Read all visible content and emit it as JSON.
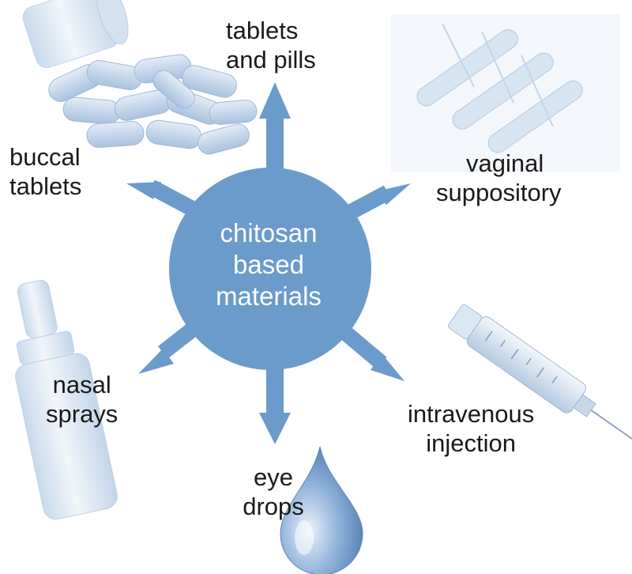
{
  "center": {
    "lines": [
      "chitosan",
      "based",
      "materials"
    ],
    "color": "#6a9bcb"
  },
  "outputs": [
    {
      "id": "tablets-pills",
      "lines": [
        "tablets",
        "and pills"
      ],
      "icon": "pills-icon"
    },
    {
      "id": "vaginal-suppository",
      "lines": [
        "vaginal",
        "suppository"
      ],
      "icon": "suppository-icon"
    },
    {
      "id": "intravenous-injection",
      "lines": [
        "intravenous",
        "injection"
      ],
      "icon": "syringe-icon"
    },
    {
      "id": "eye-drops",
      "lines": [
        "eye",
        "drops"
      ],
      "icon": "water-drop-icon"
    },
    {
      "id": "nasal-sprays",
      "lines": [
        "nasal",
        "sprays"
      ],
      "icon": "nasal-spray-bottle-icon"
    },
    {
      "id": "buccal-tablets",
      "lines": [
        "buccal",
        "tablets"
      ],
      "icon": "pills-icon"
    }
  ],
  "colors": {
    "arrow": "#6a9bcb",
    "icon_tint": "#b9cfe6",
    "label_text": "#1a1a1a",
    "center_text": "#ffffff"
  }
}
